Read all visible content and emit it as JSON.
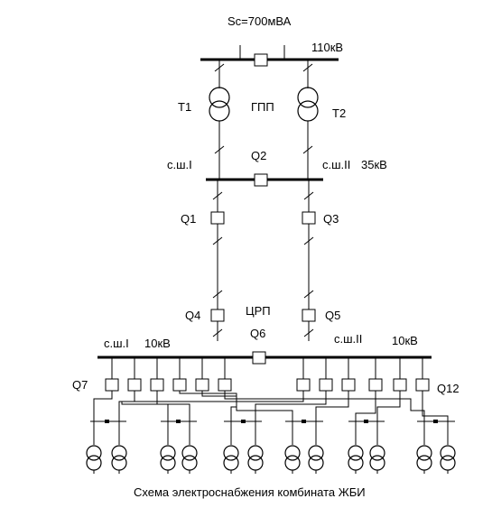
{
  "labels": {
    "source": "Sc=700мВА",
    "v110": "110кВ",
    "t1": "T1",
    "gpp": "ГПП",
    "t2": "T2",
    "sh1_35": "с.ш.I",
    "q2": "Q2",
    "sh2_35": "с.ш.II",
    "v35": "35кВ",
    "q1": "Q1",
    "q3": "Q3",
    "q4": "Q4",
    "crp": "ЦРП",
    "q5": "Q5",
    "sh1_10": "с.ш.I",
    "v10_left": "10кВ",
    "q6": "Q6",
    "sh2_10": "с.ш.II",
    "v10_right": "10кВ",
    "q7": "Q7",
    "q12": "Q12",
    "caption": "Схема электроснабжения комбината ЖБИ"
  }
}
